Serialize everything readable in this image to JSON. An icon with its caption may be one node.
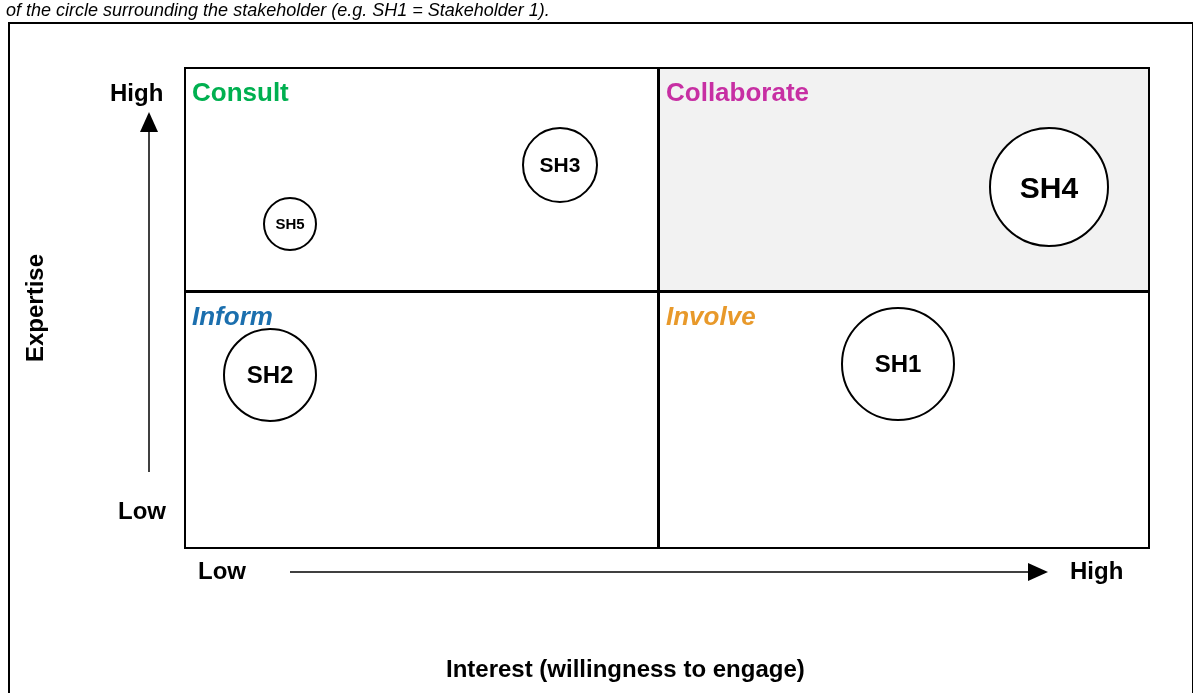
{
  "diagram": {
    "nodes": [
      {
        "text": [
          "Consult"
        ]
      },
      {
        "text": [
          "Collaborate"
        ]
      },
      {
        "text": [
          "Inform"
        ]
      },
      {
        "text": [
          "Involve"
        ]
      },
      {
        "text": [
          "SH3"
        ],
        "in": 0
      },
      {
        "text": [
          "SH5"
        ],
        "in": 0
      },
      {
        "text": [
          "SH4"
        ],
        "in": 1
      },
      {
        "text": [
          "SH2"
        ],
        "in": 2
      },
      {
        "text": [
          "SH1"
        ],
        "in": 3
      }
    ],
    "labels": [
      "of the circle surrounding the stakeholder (e.g. SH1 = Stakeholder 1).",
      "High",
      "Low",
      "Expertise",
      "Low",
      "High",
      "Interest (willingness to engage)"
    ]
  }
}
